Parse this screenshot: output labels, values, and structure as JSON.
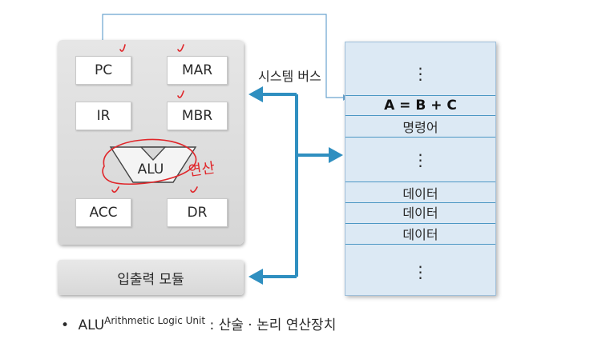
{
  "cpu": {
    "registers": {
      "pc": "PC",
      "mar": "MAR",
      "ir": "IR",
      "mbr": "MBR",
      "acc": "ACC",
      "dr": "DR"
    },
    "alu": "ALU"
  },
  "io_module": "입출력 모듈",
  "system_bus": "시스템 버스",
  "memory": {
    "cells": [
      "⋮",
      "A = B + C",
      "명령어",
      "⋮",
      "데이터",
      "데이터",
      "데이터",
      "⋮"
    ]
  },
  "annotation_handwritten": "연산",
  "footer": {
    "bullet": "•",
    "term": "ALU",
    "superscript": "Arithmetic Logic Unit",
    "definition": " : 산술 · 논리 연산장치"
  },
  "colors": {
    "bus_arrow": "#2f8fc0",
    "thin_line": "#6aa4cf",
    "handwriting": "#e0262a",
    "memory_fill": "#dce9f4"
  }
}
